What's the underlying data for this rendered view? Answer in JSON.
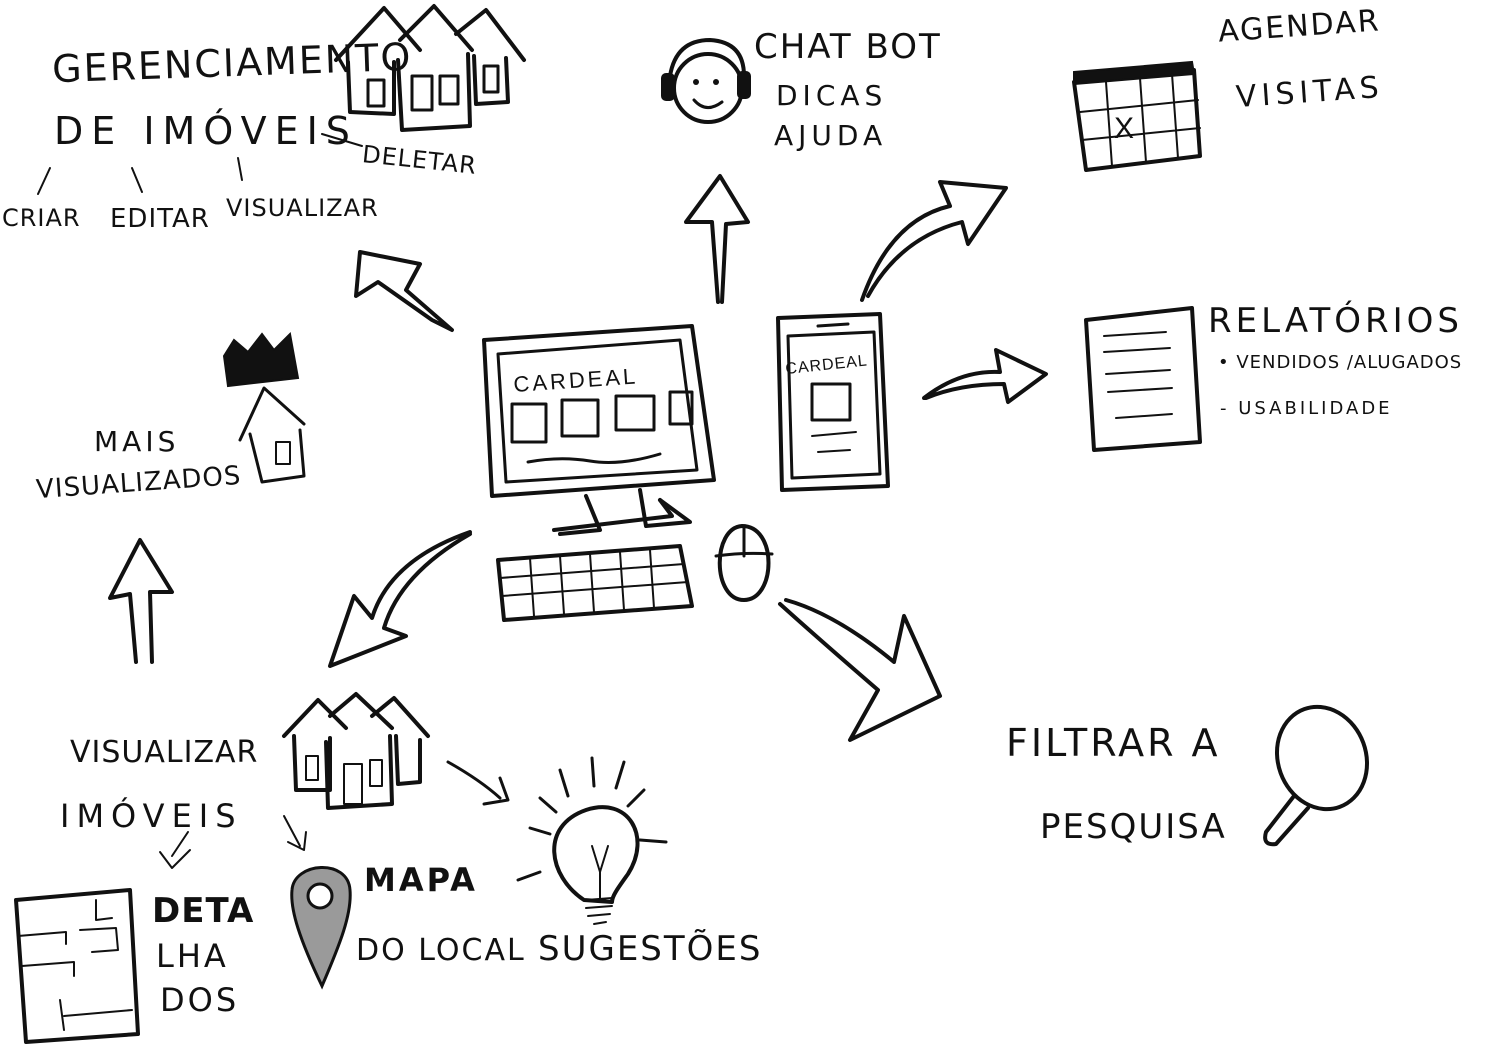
{
  "center": {
    "desktop_screen_title": "CARDEAL",
    "phone_screen_title": "CARDEAL"
  },
  "gerenciamento": {
    "title_line1": "Gerenciamento",
    "title_line2": "de imóveis",
    "actions": [
      "Criar",
      "Editar",
      "Visualizar",
      "Deletar"
    ]
  },
  "chatbot": {
    "lines": [
      "Chat Bot",
      "Dicas",
      "Ajuda"
    ]
  },
  "agendar": {
    "lines": [
      "Agendar",
      "Visitas"
    ],
    "calendar_mark": "X"
  },
  "relatorios": {
    "title": "Relatórios",
    "items": [
      "• Vendidos /Alugados",
      "- Usabilidade"
    ]
  },
  "mais_visualizados": {
    "lines": [
      "Mais",
      "Visualizados"
    ]
  },
  "visualizar_imoveis": {
    "lines": [
      "Visualizar",
      "imóveis"
    ]
  },
  "detalhados": {
    "lines": [
      "Deta",
      "lha",
      "dos"
    ]
  },
  "mapa": {
    "lines": [
      "Mapa",
      "do local"
    ]
  },
  "sugestoes": {
    "label": "Sugestões"
  },
  "filtrar": {
    "lines": [
      "Filtrar a",
      "pesquisa"
    ]
  },
  "style": {
    "ink_color": "#111111",
    "background": "#ffffff",
    "pin_fill": "#9a9a9a"
  }
}
